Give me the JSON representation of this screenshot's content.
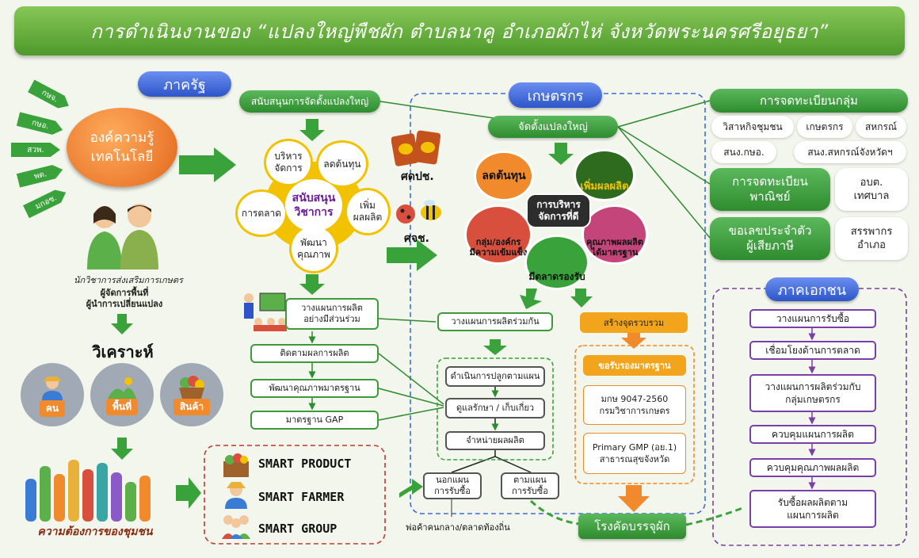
{
  "banner": {
    "title": "การดำเนินงานของ “แปลงใหญ่พืชผัก ตำบลนาคู อำเภอผักไห่ จังหวัดพระนครศรีอยุธยา”"
  },
  "sections": {
    "state": "ภาครัฐ",
    "farmer": "เกษตรกร",
    "private": "ภาคเอกชน"
  },
  "agencies": [
    "กษจ.",
    "กษอ.",
    "สวพ.",
    "พด.",
    "มกอช."
  ],
  "knowledge": {
    "label": "องค์ความรู้\nเทคโนโลยี"
  },
  "officer": {
    "line1": "นักวิชาการส่งเสริมการเกษตร",
    "line2": "ผู้จัดการพื้นที่",
    "line3": "ผู้นำการเปลี่ยนแปลง"
  },
  "analyze": {
    "title": "วิเคราะห์",
    "items": [
      "คน",
      "พื้นที่",
      "สินค้า"
    ]
  },
  "community": {
    "label": "ความต้องการของชุมชน"
  },
  "support": {
    "top": "สนับสนุนการจัดตั้งแปลงใหญ่",
    "center": "สนับสนุน\nวิชาการ",
    "petals": [
      "บริหาร\nจัดการ",
      "ลดต้นทุน",
      "เพิ่ม\nผลผลิต",
      "พัฒนา\nคุณภาพ",
      "การตลาด"
    ]
  },
  "state_steps": [
    "วางแผนการผลิต\nอย่างมีส่วนร่วม",
    "ติดตามผลการผลิต",
    "พัฒนาคุณภาพมาตรฐาน",
    "มาตรฐาน GAP"
  ],
  "smart": [
    "SMART PRODUCT",
    "SMART FARMER",
    "SMART GROUP"
  ],
  "agencies2": {
    "a": "ศดปช.",
    "b": "ศจช."
  },
  "farmer_flow": {
    "setup": "จัดตั้งแปลงใหญ่",
    "center": "การบริหาร\nจัดการที่ดี",
    "circles": [
      "ลดต้นทุน",
      "เพิ่มผลผลิต",
      "กลุ่ม/องค์กร\nมีความเข้มแข็ง",
      "คุณภาพผลผลิต\nได้มาตรฐาน",
      "มีตลาดรองรับ"
    ],
    "plan": "วางแผนการผลิตร่วมกัน",
    "steps": [
      "ดำเนินการปลูกตามแผน",
      "ดูแลรักษา / เก็บเกี่ยว",
      "จำหน่ายผลผลิต"
    ],
    "outside": "นอกแผน\nการรับซื้อ",
    "inside": "ตามแผน\nการรับซื้อ",
    "middleman": "พ่อค้าคนกลาง/ตลาดท้องถิ่น",
    "collect": "สร้างจุดรวบรวม",
    "cert_title": "ขอรับรองมาตรฐาน",
    "cert1": "มกษ 9047-2560\nกรมวิชาการเกษตร",
    "cert2": "Primary GMP (อย.1)\nสาธารณสุขจังหวัด",
    "factory": "โรงคัดบรรจุผัก"
  },
  "registration": {
    "group_title": "การจดทะเบียนกลุ่ม",
    "group_items": [
      "วิสาหกิจชุมชน",
      "เกษตรกร",
      "สหกรณ์",
      "สนง.กษอ.",
      "สนง.สหกรณ์จังหวัดฯ"
    ],
    "commerce": "การจดทะเบียน\nพาณิชย์",
    "commerce_org": "อบต.\nเทศบาล",
    "tax": "ขอเลขประจำตัว\nผู้เสียภาษี",
    "tax_org": "สรรพากร\nอำเภอ"
  },
  "private_steps": [
    "วางแผนการรับซื้อ",
    "เชื่อมโยงด้านการตลาด",
    "วางแผนการผลิตร่วมกับ\nกลุ่มเกษตรกร",
    "ควบคุมแผนการผลิต",
    "ควบคุมคุณภาพผลผลิต",
    "รับซื้อผลผลิตตาม\nแผนการผลิต"
  ],
  "colors": {
    "green": "#3e9a3a",
    "blue": "#2d55c8",
    "orange": "#f08a2c",
    "purple": "#7a3fa8",
    "red": "#c0392b"
  }
}
